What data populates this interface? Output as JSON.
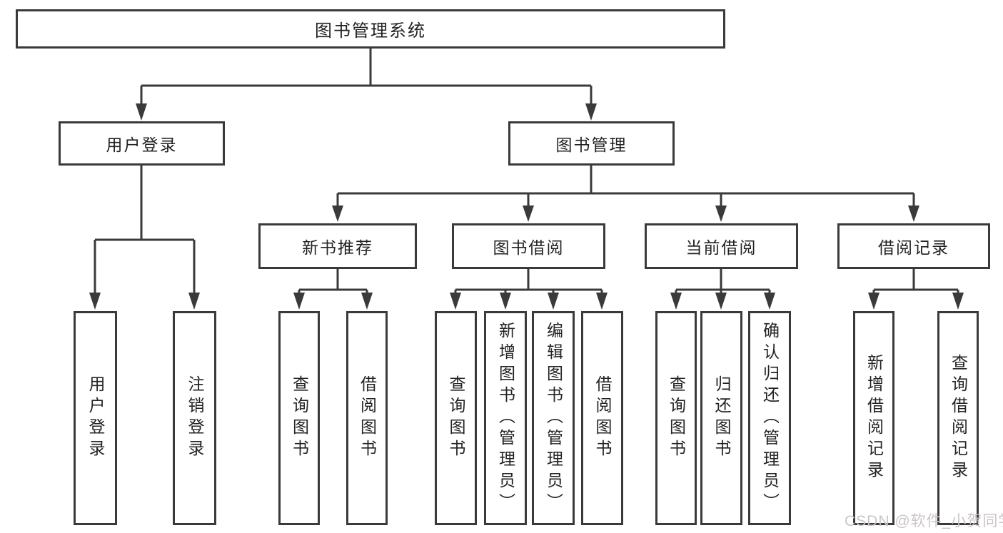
{
  "tree": {
    "root": "图书管理系统",
    "branches": [
      {
        "label": "用户登录",
        "leaves": [
          "用户登录",
          "注销登录"
        ]
      },
      {
        "label": "图书管理",
        "children": [
          {
            "label": "新书推荐",
            "leaves": [
              "查询图书",
              "借阅图书"
            ]
          },
          {
            "label": "图书借阅",
            "leaves": [
              "查询图书",
              "新增图书（管理员）",
              "编辑图书（管理员）",
              "借阅图书"
            ]
          },
          {
            "label": "当前借阅",
            "leaves": [
              "查询图书",
              "归还图书",
              "确认归还（管理员）"
            ]
          },
          {
            "label": "借阅记录",
            "leaves": [
              "新增借阅记录",
              "查询借阅记录"
            ]
          }
        ]
      }
    ]
  },
  "watermark": "CSDN @软件_小贺同学",
  "colors": {
    "line": "#3a3a3a",
    "text": "#232323",
    "watermark": "#cbc5c5",
    "background": "#ffffff"
  }
}
